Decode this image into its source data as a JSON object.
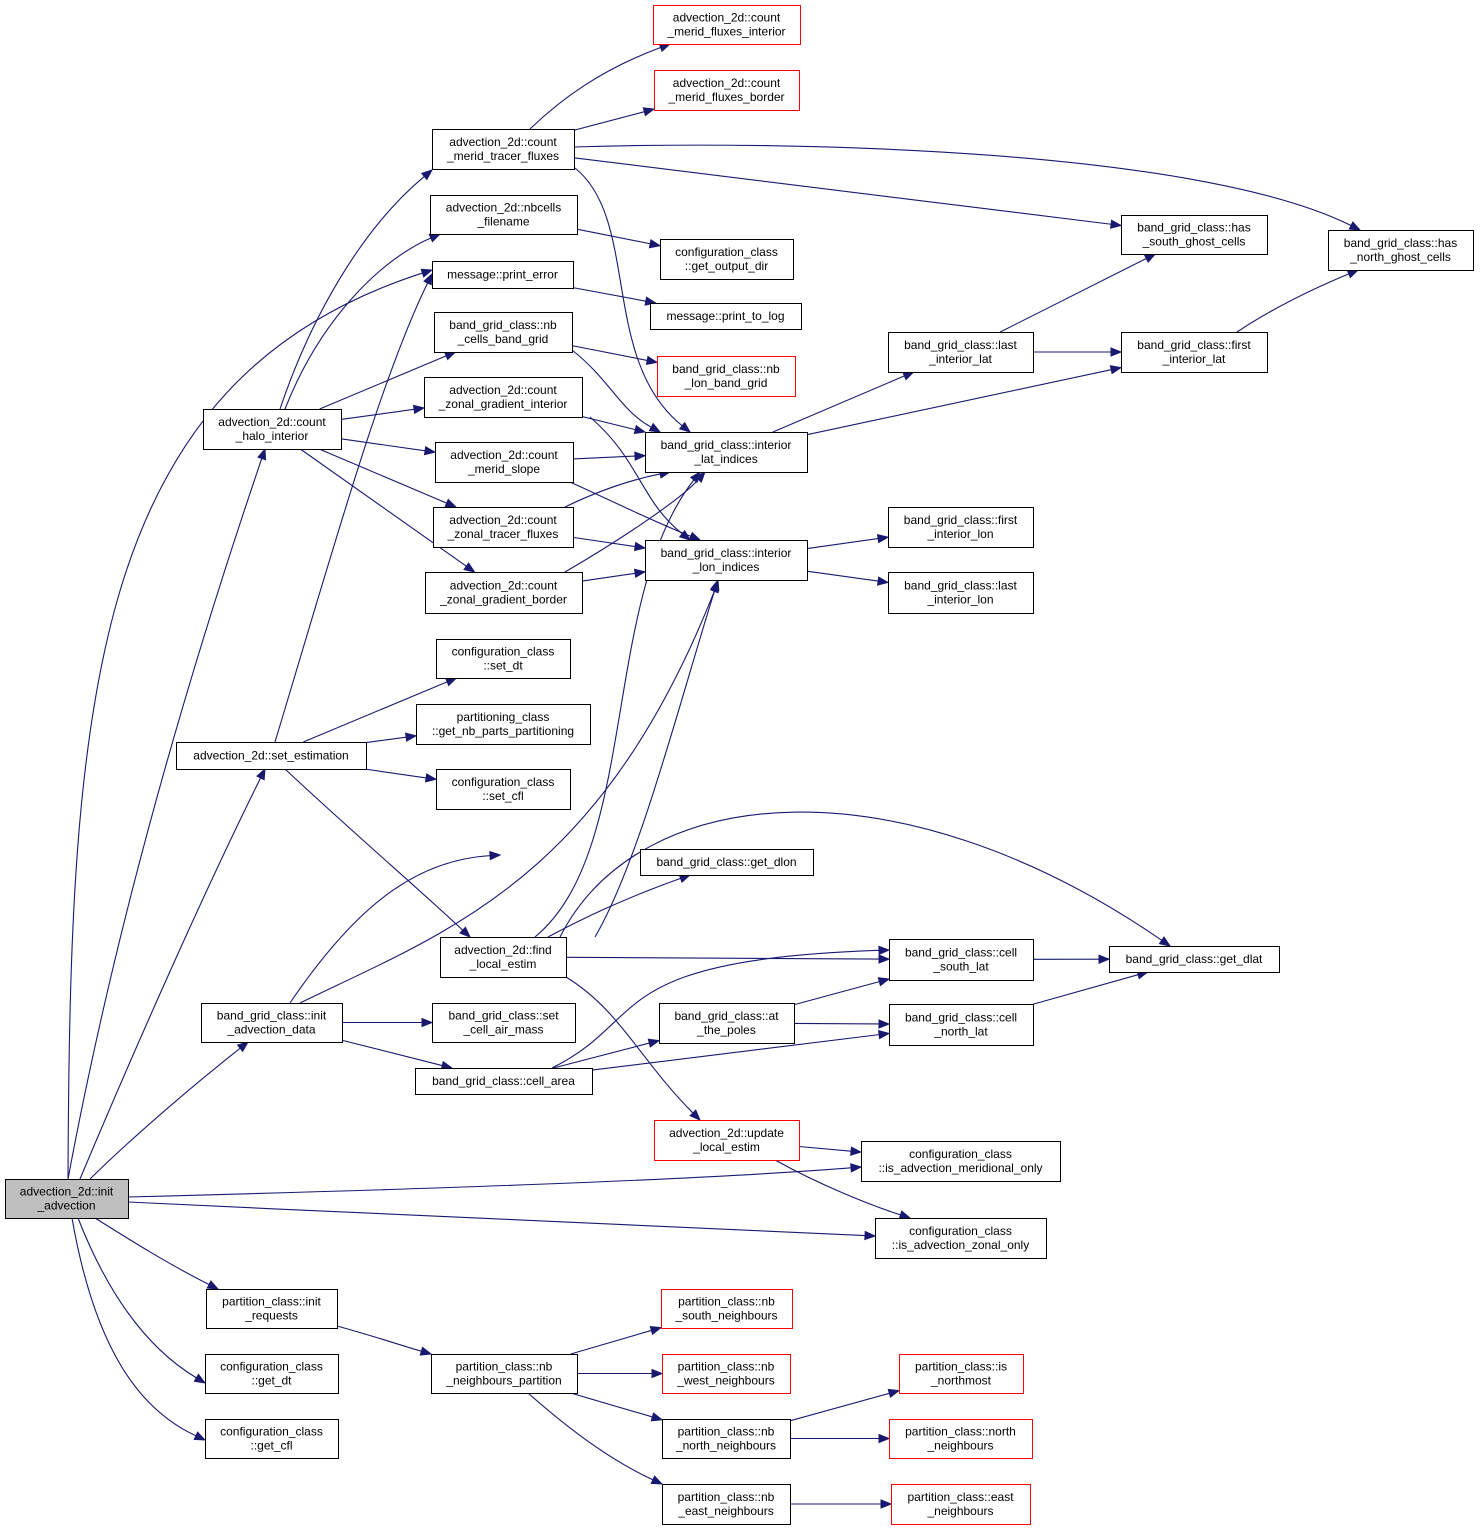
{
  "colors": {
    "edge": "#191970",
    "node_border": "#000000",
    "truncated_border": "#ff0000",
    "root_fill": "#bfbfbf",
    "node_fill": "#ffffff"
  },
  "nodes": [
    {
      "id": "init_advection",
      "lines": [
        "advection_2d::init",
        "_advection"
      ],
      "style": "root"
    },
    {
      "id": "count_halo_interior",
      "lines": [
        "advection_2d::count",
        "_halo_interior"
      ],
      "style": "normal"
    },
    {
      "id": "set_estimation",
      "lines": [
        "advection_2d::set_estimation"
      ],
      "style": "normal"
    },
    {
      "id": "init_advection_data",
      "lines": [
        "band_grid_class::init",
        "_advection_data"
      ],
      "style": "normal"
    },
    {
      "id": "init_requests",
      "lines": [
        "partition_class::init",
        "_requests"
      ],
      "style": "normal"
    },
    {
      "id": "cfg_get_dt",
      "lines": [
        "configuration_class",
        "::get_dt"
      ],
      "style": "normal"
    },
    {
      "id": "cfg_get_cfl",
      "lines": [
        "configuration_class",
        "::get_cfl"
      ],
      "style": "normal"
    },
    {
      "id": "count_merid_tracer_fluxes",
      "lines": [
        "advection_2d::count",
        "_merid_tracer_fluxes"
      ],
      "style": "normal"
    },
    {
      "id": "nbcells_filename",
      "lines": [
        "advection_2d::nbcells",
        "_filename"
      ],
      "style": "normal"
    },
    {
      "id": "print_error",
      "lines": [
        "message::print_error"
      ],
      "style": "normal"
    },
    {
      "id": "nb_cells_band_grid",
      "lines": [
        "band_grid_class::nb",
        "_cells_band_grid"
      ],
      "style": "normal"
    },
    {
      "id": "count_zonal_gradient_interior",
      "lines": [
        "advection_2d::count",
        "_zonal_gradient_interior"
      ],
      "style": "normal"
    },
    {
      "id": "count_merid_slope",
      "lines": [
        "advection_2d::count",
        "_merid_slope"
      ],
      "style": "normal"
    },
    {
      "id": "count_zonal_tracer_fluxes",
      "lines": [
        "advection_2d::count",
        "_zonal_tracer_fluxes"
      ],
      "style": "normal"
    },
    {
      "id": "count_zonal_gradient_border",
      "lines": [
        "advection_2d::count",
        "_zonal_gradient_border"
      ],
      "style": "normal"
    },
    {
      "id": "cfg_set_dt",
      "lines": [
        "configuration_class",
        "::set_dt"
      ],
      "style": "normal"
    },
    {
      "id": "get_nb_parts_partitioning",
      "lines": [
        "partitioning_class",
        "::get_nb_parts_partitioning"
      ],
      "style": "normal"
    },
    {
      "id": "cfg_set_cfl",
      "lines": [
        "configuration_class",
        "::set_cfl"
      ],
      "style": "normal"
    },
    {
      "id": "find_local_estim",
      "lines": [
        "advection_2d::find",
        "_local_estim"
      ],
      "style": "normal"
    },
    {
      "id": "set_cell_air_mass",
      "lines": [
        "band_grid_class::set",
        "_cell_air_mass"
      ],
      "style": "normal"
    },
    {
      "id": "cell_area",
      "lines": [
        "band_grid_class::cell_area"
      ],
      "style": "normal"
    },
    {
      "id": "nb_neighbours_partition",
      "lines": [
        "partition_class::nb",
        "_neighbours_partition"
      ],
      "style": "normal"
    },
    {
      "id": "count_merid_fluxes_interior",
      "lines": [
        "advection_2d::count",
        "_merid_fluxes_interior"
      ],
      "style": "red"
    },
    {
      "id": "count_merid_fluxes_border",
      "lines": [
        "advection_2d::count",
        "_merid_fluxes_border"
      ],
      "style": "red"
    },
    {
      "id": "cfg_get_output_dir",
      "lines": [
        "configuration_class",
        "::get_output_dir"
      ],
      "style": "normal"
    },
    {
      "id": "print_to_log",
      "lines": [
        "message::print_to_log"
      ],
      "style": "normal"
    },
    {
      "id": "nb_lon_band_grid",
      "lines": [
        "band_grid_class::nb",
        "_lon_band_grid"
      ],
      "style": "red"
    },
    {
      "id": "interior_lat_indices",
      "lines": [
        "band_grid_class::interior",
        "_lat_indices"
      ],
      "style": "normal"
    },
    {
      "id": "interior_lon_indices",
      "lines": [
        "band_grid_class::interior",
        "_lon_indices"
      ],
      "style": "normal"
    },
    {
      "id": "get_dlon",
      "lines": [
        "band_grid_class::get_dlon"
      ],
      "style": "normal"
    },
    {
      "id": "at_the_poles",
      "lines": [
        "band_grid_class::at",
        "_the_poles"
      ],
      "style": "normal"
    },
    {
      "id": "update_local_estim",
      "lines": [
        "advection_2d::update",
        "_local_estim"
      ],
      "style": "red"
    },
    {
      "id": "nb_south_neighbours",
      "lines": [
        "partition_class::nb",
        "_south_neighbours"
      ],
      "style": "red"
    },
    {
      "id": "nb_west_neighbours",
      "lines": [
        "partition_class::nb",
        "_west_neighbours"
      ],
      "style": "red"
    },
    {
      "id": "nb_north_neighbours",
      "lines": [
        "partition_class::nb",
        "_north_neighbours"
      ],
      "style": "normal"
    },
    {
      "id": "nb_east_neighbours",
      "lines": [
        "partition_class::nb",
        "_east_neighbours"
      ],
      "style": "normal"
    },
    {
      "id": "last_interior_lat",
      "lines": [
        "band_grid_class::last",
        "_interior_lat"
      ],
      "style": "normal"
    },
    {
      "id": "first_interior_lon",
      "lines": [
        "band_grid_class::first",
        "_interior_lon"
      ],
      "style": "normal"
    },
    {
      "id": "last_interior_lon",
      "lines": [
        "band_grid_class::last",
        "_interior_lon"
      ],
      "style": "normal"
    },
    {
      "id": "cell_south_lat",
      "lines": [
        "band_grid_class::cell",
        "_south_lat"
      ],
      "style": "normal"
    },
    {
      "id": "cell_north_lat",
      "lines": [
        "band_grid_class::cell",
        "_north_lat"
      ],
      "style": "normal"
    },
    {
      "id": "cfg_is_advection_meridional_only",
      "lines": [
        "configuration_class",
        "::is_advection_meridional_only"
      ],
      "style": "normal"
    },
    {
      "id": "cfg_is_advection_zonal_only",
      "lines": [
        "configuration_class",
        "::is_advection_zonal_only"
      ],
      "style": "normal"
    },
    {
      "id": "is_northmost",
      "lines": [
        "partition_class::is",
        "_northmost"
      ],
      "style": "red"
    },
    {
      "id": "north_neighbours",
      "lines": [
        "partition_class::north",
        "_neighbours"
      ],
      "style": "red"
    },
    {
      "id": "east_neighbours",
      "lines": [
        "partition_class::east",
        "_neighbours"
      ],
      "style": "red"
    },
    {
      "id": "has_south_ghost_cells",
      "lines": [
        "band_grid_class::has",
        "_south_ghost_cells"
      ],
      "style": "normal"
    },
    {
      "id": "first_interior_lat",
      "lines": [
        "band_grid_class::first",
        "_interior_lat"
      ],
      "style": "normal"
    },
    {
      "id": "get_dlat",
      "lines": [
        "band_grid_class::get_dlat"
      ],
      "style": "normal"
    },
    {
      "id": "has_north_ghost_cells",
      "lines": [
        "band_grid_class::has",
        "_north_ghost_cells"
      ],
      "style": "normal"
    }
  ],
  "edges": [
    [
      "init_advection",
      "count_halo_interior"
    ],
    [
      "init_advection",
      "print_error"
    ],
    [
      "init_advection",
      "set_estimation"
    ],
    [
      "init_advection",
      "init_advection_data"
    ],
    [
      "init_advection",
      "cfg_is_advection_meridional_only"
    ],
    [
      "init_advection",
      "cfg_is_advection_zonal_only"
    ],
    [
      "init_advection",
      "init_requests"
    ],
    [
      "init_advection",
      "cfg_get_dt"
    ],
    [
      "init_advection",
      "cfg_get_cfl"
    ],
    [
      "count_halo_interior",
      "count_merid_tracer_fluxes"
    ],
    [
      "count_halo_interior",
      "nbcells_filename"
    ],
    [
      "count_halo_interior",
      "nb_cells_band_grid"
    ],
    [
      "count_halo_interior",
      "count_zonal_gradient_interior"
    ],
    [
      "count_halo_interior",
      "count_merid_slope"
    ],
    [
      "count_halo_interior",
      "count_zonal_tracer_fluxes"
    ],
    [
      "count_halo_interior",
      "count_zonal_gradient_border"
    ],
    [
      "count_merid_tracer_fluxes",
      "count_merid_fluxes_interior"
    ],
    [
      "count_merid_tracer_fluxes",
      "count_merid_fluxes_border"
    ],
    [
      "count_merid_tracer_fluxes",
      "has_south_ghost_cells"
    ],
    [
      "count_merid_tracer_fluxes",
      "has_north_ghost_cells"
    ],
    [
      "count_merid_tracer_fluxes",
      "interior_lat_indices"
    ],
    [
      "nbcells_filename",
      "cfg_get_output_dir"
    ],
    [
      "print_error",
      "print_to_log"
    ],
    [
      "nb_cells_band_grid",
      "nb_lon_band_grid"
    ],
    [
      "nb_cells_band_grid",
      "interior_lat_indices"
    ],
    [
      "count_zonal_gradient_interior",
      "interior_lat_indices"
    ],
    [
      "count_zonal_gradient_interior",
      "interior_lon_indices"
    ],
    [
      "count_merid_slope",
      "interior_lat_indices"
    ],
    [
      "count_merid_slope",
      "interior_lon_indices"
    ],
    [
      "count_zonal_tracer_fluxes",
      "interior_lat_indices"
    ],
    [
      "count_zonal_tracer_fluxes",
      "interior_lon_indices"
    ],
    [
      "count_zonal_gradient_border",
      "interior_lat_indices"
    ],
    [
      "count_zonal_gradient_border",
      "interior_lon_indices"
    ],
    [
      "interior_lat_indices",
      "last_interior_lat"
    ],
    [
      "interior_lat_indices",
      "first_interior_lat"
    ],
    [
      "last_interior_lat",
      "has_south_ghost_cells"
    ],
    [
      "last_interior_lat",
      "first_interior_lat"
    ],
    [
      "first_interior_lat",
      "has_north_ghost_cells"
    ],
    [
      "interior_lon_indices",
      "first_interior_lon"
    ],
    [
      "interior_lon_indices",
      "last_interior_lon"
    ],
    [
      "set_estimation",
      "print_error"
    ],
    [
      "set_estimation",
      "cfg_set_dt"
    ],
    [
      "set_estimation",
      "get_nb_parts_partitioning"
    ],
    [
      "set_estimation",
      "cfg_set_cfl"
    ],
    [
      "set_estimation",
      "find_local_estim"
    ],
    [
      "find_local_estim",
      "get_dlon"
    ],
    [
      "find_local_estim",
      "cell_south_lat"
    ],
    [
      "find_local_estim",
      "interior_lat_indices"
    ],
    [
      "find_local_estim",
      "interior_lon_indices"
    ],
    [
      "find_local_estim",
      "update_local_estim"
    ],
    [
      "init_advection_data",
      "interior_lat_indices"
    ],
    [
      "init_advection_data",
      "interior_lon_indices"
    ],
    [
      "init_advection_data",
      "set_cell_air_mass"
    ],
    [
      "init_advection_data",
      "cell_area"
    ],
    [
      "cell_area",
      "at_the_poles"
    ],
    [
      "cell_area",
      "cell_south_lat"
    ],
    [
      "cell_area",
      "cell_north_lat"
    ],
    [
      "at_the_poles",
      "cell_south_lat"
    ],
    [
      "at_the_poles",
      "cell_north_lat"
    ],
    [
      "cell_south_lat",
      "get_dlat"
    ],
    [
      "cell_north_lat",
      "get_dlat"
    ],
    [
      "find_local_estim",
      "get_dlat"
    ],
    [
      "update_local_estim",
      "cfg_is_advection_meridional_only"
    ],
    [
      "update_local_estim",
      "cfg_is_advection_zonal_only"
    ],
    [
      "init_requests",
      "nb_neighbours_partition"
    ],
    [
      "nb_neighbours_partition",
      "nb_south_neighbours"
    ],
    [
      "nb_neighbours_partition",
      "nb_west_neighbours"
    ],
    [
      "nb_neighbours_partition",
      "nb_north_neighbours"
    ],
    [
      "nb_neighbours_partition",
      "nb_east_neighbours"
    ],
    [
      "nb_north_neighbours",
      "is_northmost"
    ],
    [
      "nb_north_neighbours",
      "north_neighbours"
    ],
    [
      "nb_east_neighbours",
      "east_neighbours"
    ]
  ]
}
